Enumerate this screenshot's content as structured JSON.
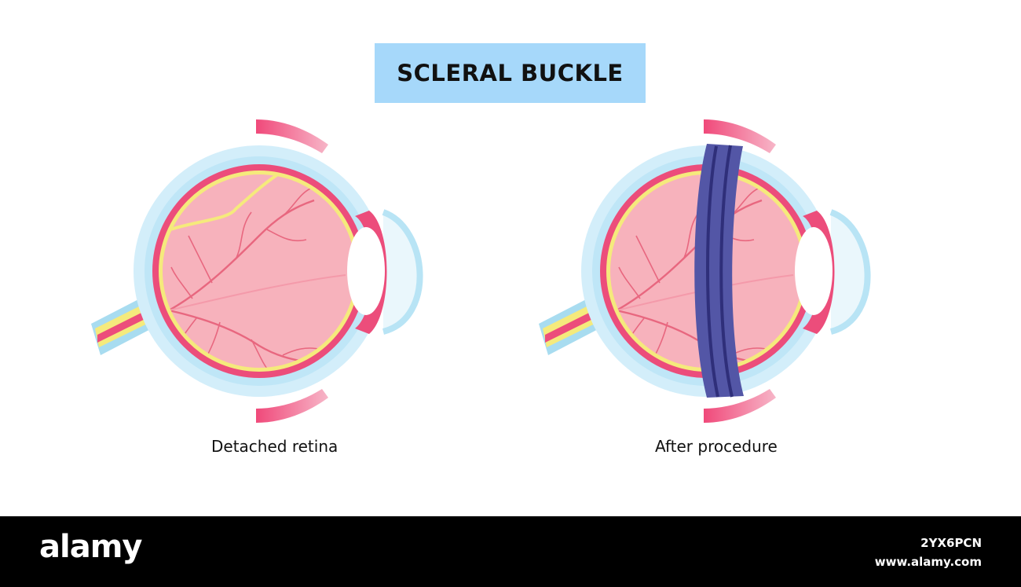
{
  "title": "SCLERAL BUCKLE",
  "captions": {
    "left": "Detached retina",
    "right": "After procedure"
  },
  "footer": {
    "brand": "alamy",
    "image_id": "2YX6PCN",
    "site": "www.alamy.com"
  },
  "colors": {
    "title_bg": "#a6d8fa",
    "sclera": "#d3eefa",
    "choroid": "#ec4d7b",
    "retina": "#f5ea7c",
    "vitreous": "#f7b2bc",
    "vessel": "#e8677f",
    "detachment_fluid": "#c40f45",
    "buckle": "#5356a6",
    "buckle_stripe": "#2f2f7a",
    "muscle": "#f0497a"
  }
}
